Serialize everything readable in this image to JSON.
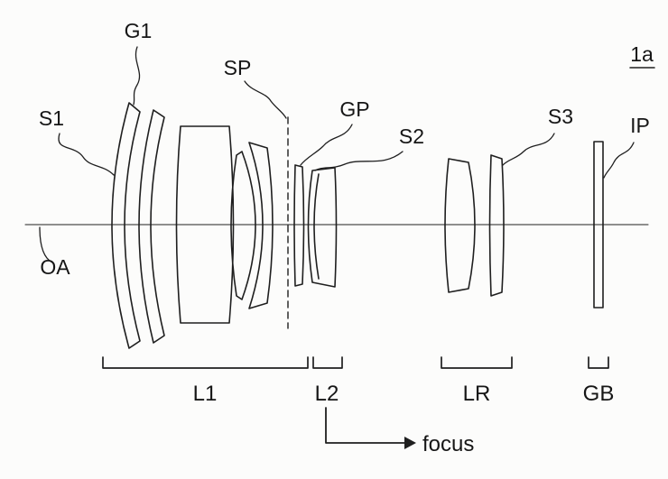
{
  "figure": {
    "number": "1a",
    "surface_labels": {
      "s1": "S1",
      "g1": "G1",
      "sp": "SP",
      "gp": "GP",
      "s2": "S2",
      "s3": "S3",
      "ip": "IP",
      "oa": "OA"
    },
    "group_labels": {
      "l1": "L1",
      "l2": "L2",
      "lr": "LR",
      "gb": "GB"
    },
    "focus_label": "focus",
    "colors": {
      "line": "#1f1f1f",
      "background": "#fcfcfb"
    }
  }
}
